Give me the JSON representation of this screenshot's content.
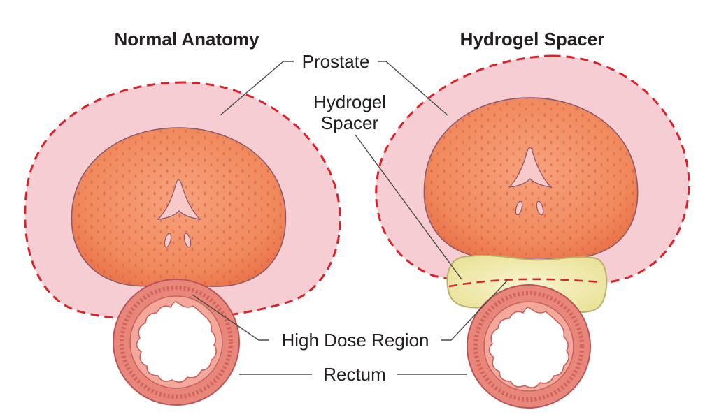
{
  "titles": {
    "left": "Normal Anatomy",
    "right": "Hydrogel Spacer"
  },
  "labels": {
    "prostate": "Prostate",
    "hydrogel_line1": "Hydrogel",
    "hydrogel_line2": "Spacer",
    "high_dose": "High Dose Region",
    "rectum": "Rectum"
  },
  "colors": {
    "high_dose_region_fill": "#f6cdd3",
    "high_dose_region_outline": "#d8232a",
    "prostate_fill": "#f08a5d",
    "prostate_dots": "#e25a45",
    "urethra": "#f7c9c9",
    "rectum_wall": "#e9867a",
    "hydrogel_fill": "#f3efb8",
    "text": "#231f20"
  }
}
